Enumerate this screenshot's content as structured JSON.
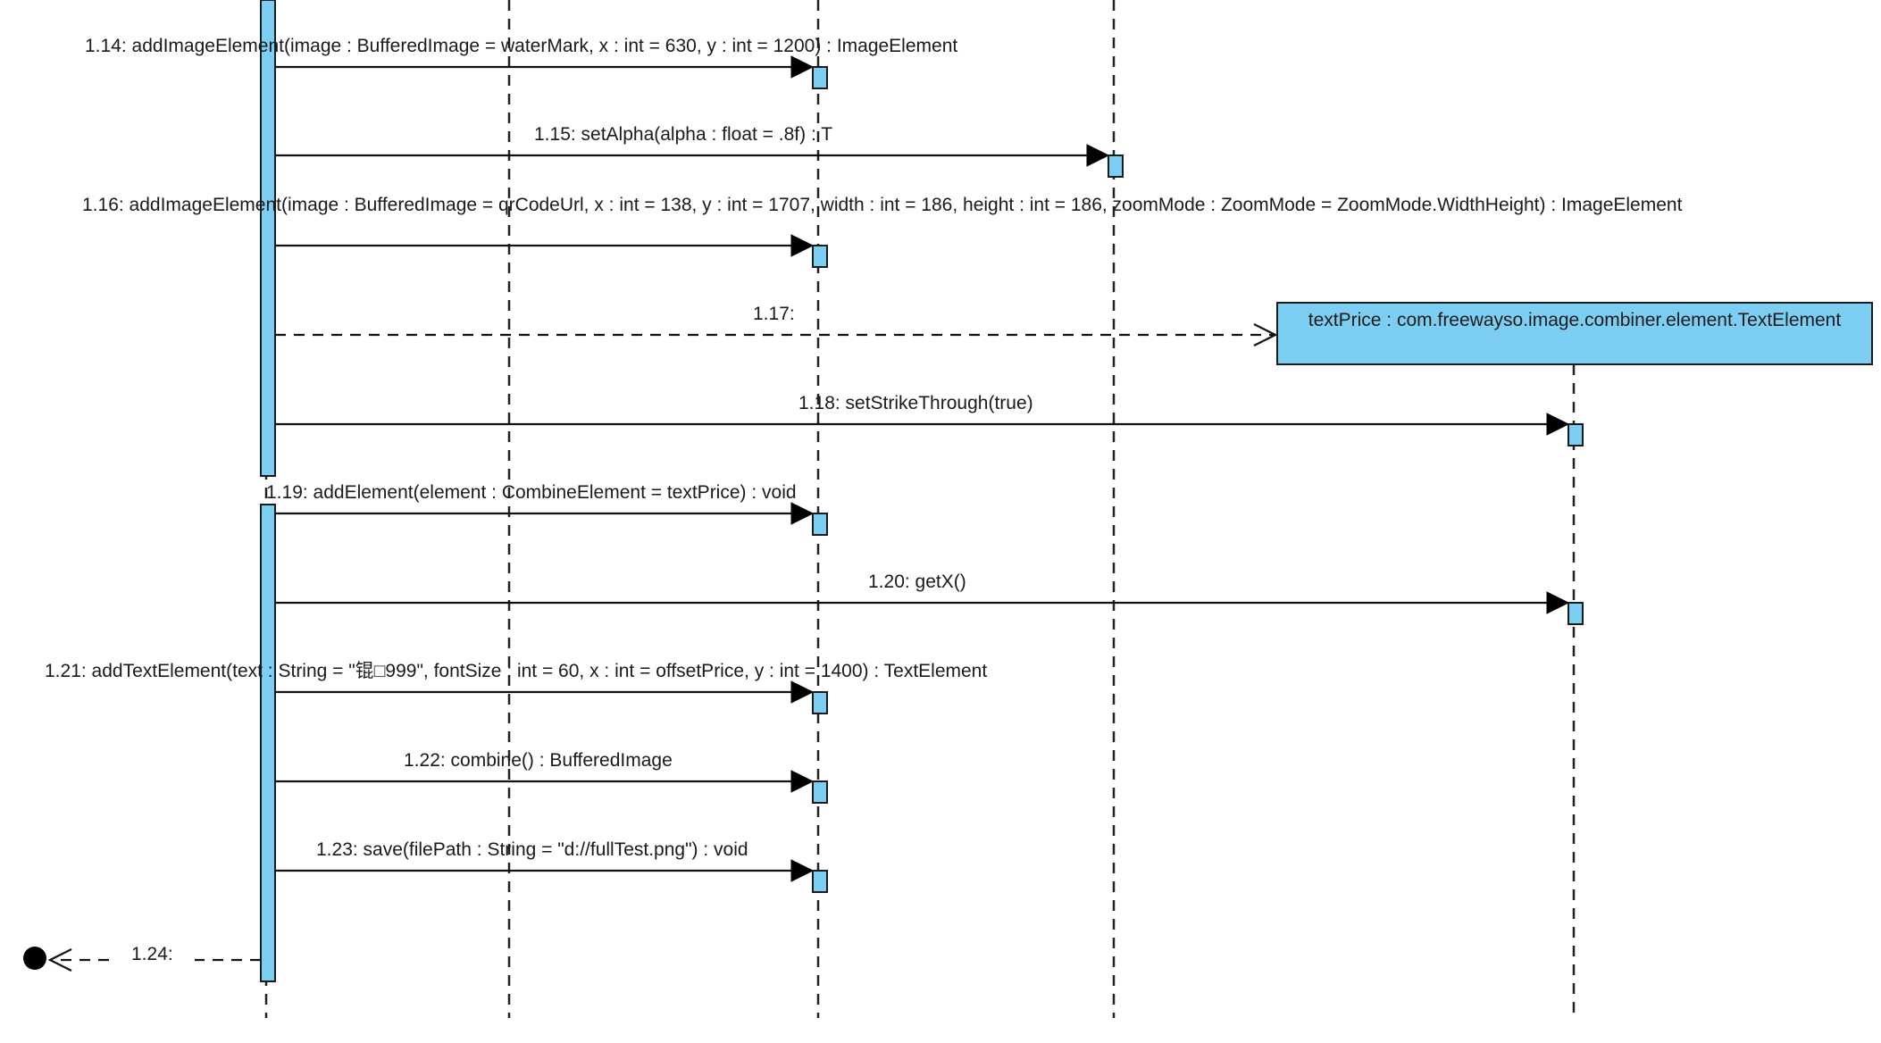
{
  "object_box": {
    "label": "textPrice : com.freewayso.image.combiner.element.TextElement"
  },
  "messages": [
    {
      "id": "1.14",
      "label": "1.14: addImageElement(image : BufferedImage = waterMark, x : int = 630, y : int = 1200) : ImageElement",
      "kind": "sync"
    },
    {
      "id": "1.15",
      "label": "1.15: setAlpha(alpha : float = .8f) : T",
      "kind": "sync"
    },
    {
      "id": "1.16",
      "label": "1.16: addImageElement(image : BufferedImage = qrCodeUrl, x : int = 138, y : int = 1707, width : int = 186, height : int = 186, zoomMode : ZoomMode = ZoomMode.WidthHeight) : ImageElement",
      "kind": "sync"
    },
    {
      "id": "1.17",
      "label": "1.17:",
      "kind": "create"
    },
    {
      "id": "1.18",
      "label": "1.18: setStrikeThrough(true)",
      "kind": "sync"
    },
    {
      "id": "1.19",
      "label": "1.19: addElement(element : CombineElement = textPrice) : void",
      "kind": "sync"
    },
    {
      "id": "1.20",
      "label": "1.20: getX()",
      "kind": "sync"
    },
    {
      "id": "1.21",
      "label": "1.21: addTextElement(text : String = \"锟□999\", fontSize : int = 60, x : int = offsetPrice, y : int = 1400) : TextElement",
      "kind": "sync"
    },
    {
      "id": "1.22",
      "label": "1.22: combine() : BufferedImage",
      "kind": "sync"
    },
    {
      "id": "1.23",
      "label": "1.23: save(filePath : String = \"d://fullTest.png\") : void",
      "kind": "sync"
    },
    {
      "id": "1.24",
      "label": "1.24:",
      "kind": "return"
    }
  ],
  "colors": {
    "activation_fill": "#7ccff3",
    "object_fill": "#7ccff3",
    "line": "#111111"
  }
}
